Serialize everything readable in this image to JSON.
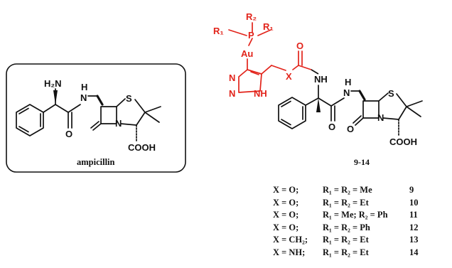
{
  "ampicillin": {
    "name": "ampicillin",
    "atoms": {
      "h2n": "H₂N",
      "nh": "H",
      "n_amide": "N",
      "s": "S",
      "o": "O",
      "n_ring": "N",
      "cooh": "COOH"
    }
  },
  "conjugate": {
    "label": "9-14",
    "atoms": {
      "r2": "R₂",
      "r1_left": "R₁",
      "r1_right": "R₁",
      "p": "P",
      "au": "Au",
      "n1": "N",
      "n2": "N",
      "nh_triazole": "NH",
      "x": "X",
      "o_carbonyl": "O",
      "nh_link": "NH",
      "h_amide": "H",
      "n_amide": "N",
      "s": "S",
      "o1": "O",
      "o2": "O",
      "n_ring": "N",
      "cooh": "COOH"
    }
  },
  "colors": {
    "gold_fragment": "#e2231a",
    "structure": "#111111"
  },
  "compounds": [
    {
      "x": "X = O;",
      "r": "R₁ = R₂ = Me",
      "num": "9"
    },
    {
      "x": "X = O;",
      "r": "R₁ = R₂ = Et",
      "num": "10"
    },
    {
      "x": "X = O;",
      "r": "R₁ = Me; R₂ = Ph",
      "num": "11"
    },
    {
      "x": "X = O;",
      "r": "R₁ = R₂ = Ph",
      "num": "12"
    },
    {
      "x": "X = CH₂;",
      "r": "R₁ = R₂ = Et",
      "num": "13"
    },
    {
      "x": "X = NH;",
      "r": "R₁ = R₂ = Et",
      "num": "14"
    }
  ]
}
